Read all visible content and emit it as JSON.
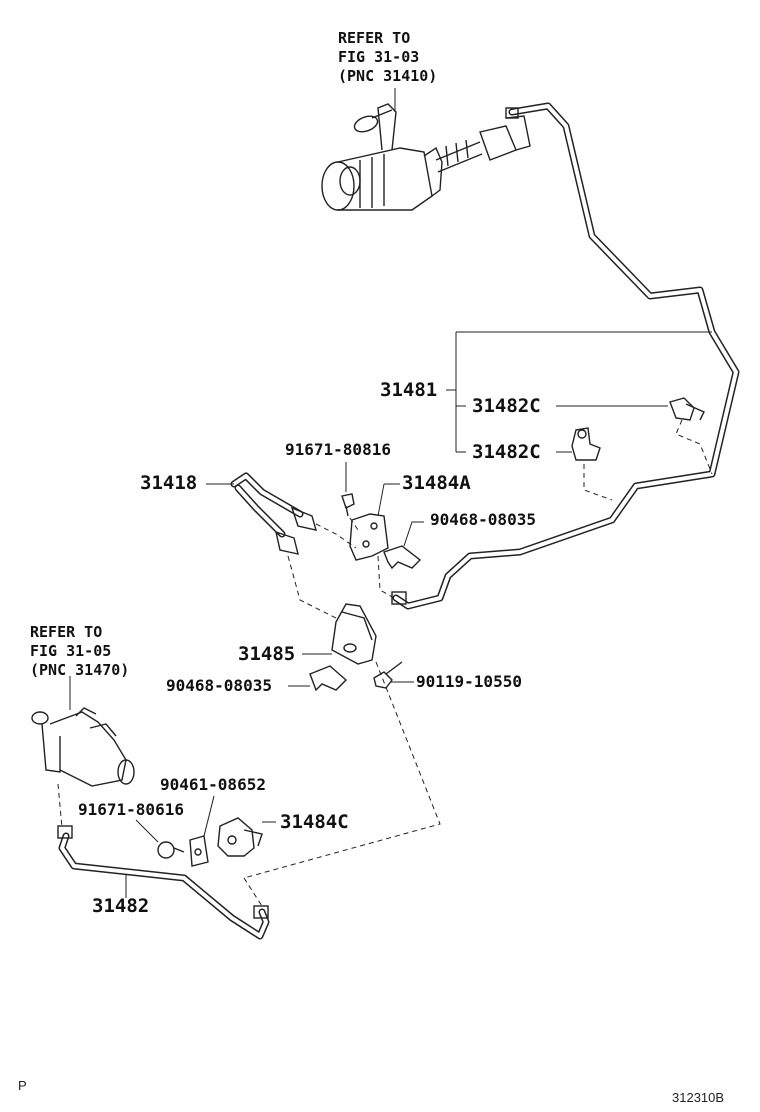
{
  "master_ref": {
    "line1": "REFER TO",
    "line2": "FIG 31-03",
    "line3": "(PNC 31410)"
  },
  "release_ref": {
    "line1": "REFER TO",
    "line2": "FIG 31-05",
    "line3": "(PNC 31470)"
  },
  "parts": {
    "p31481": "31481",
    "p31482c_a": "31482C",
    "p31482c_b": "31482C",
    "p91671_80816": "91671-80816",
    "p31418": "31418",
    "p31484a": "31484A",
    "p90468_08035_a": "90468-08035",
    "p31485": "31485",
    "p90468_08035_b": "90468-08035",
    "p90119_10550": "90119-10550",
    "p90461_08652": "90461-08652",
    "p91671_80616": "91671-80616",
    "p31484c": "31484C",
    "p31482": "31482"
  },
  "corner": {
    "left": "P",
    "right": "312310B"
  }
}
